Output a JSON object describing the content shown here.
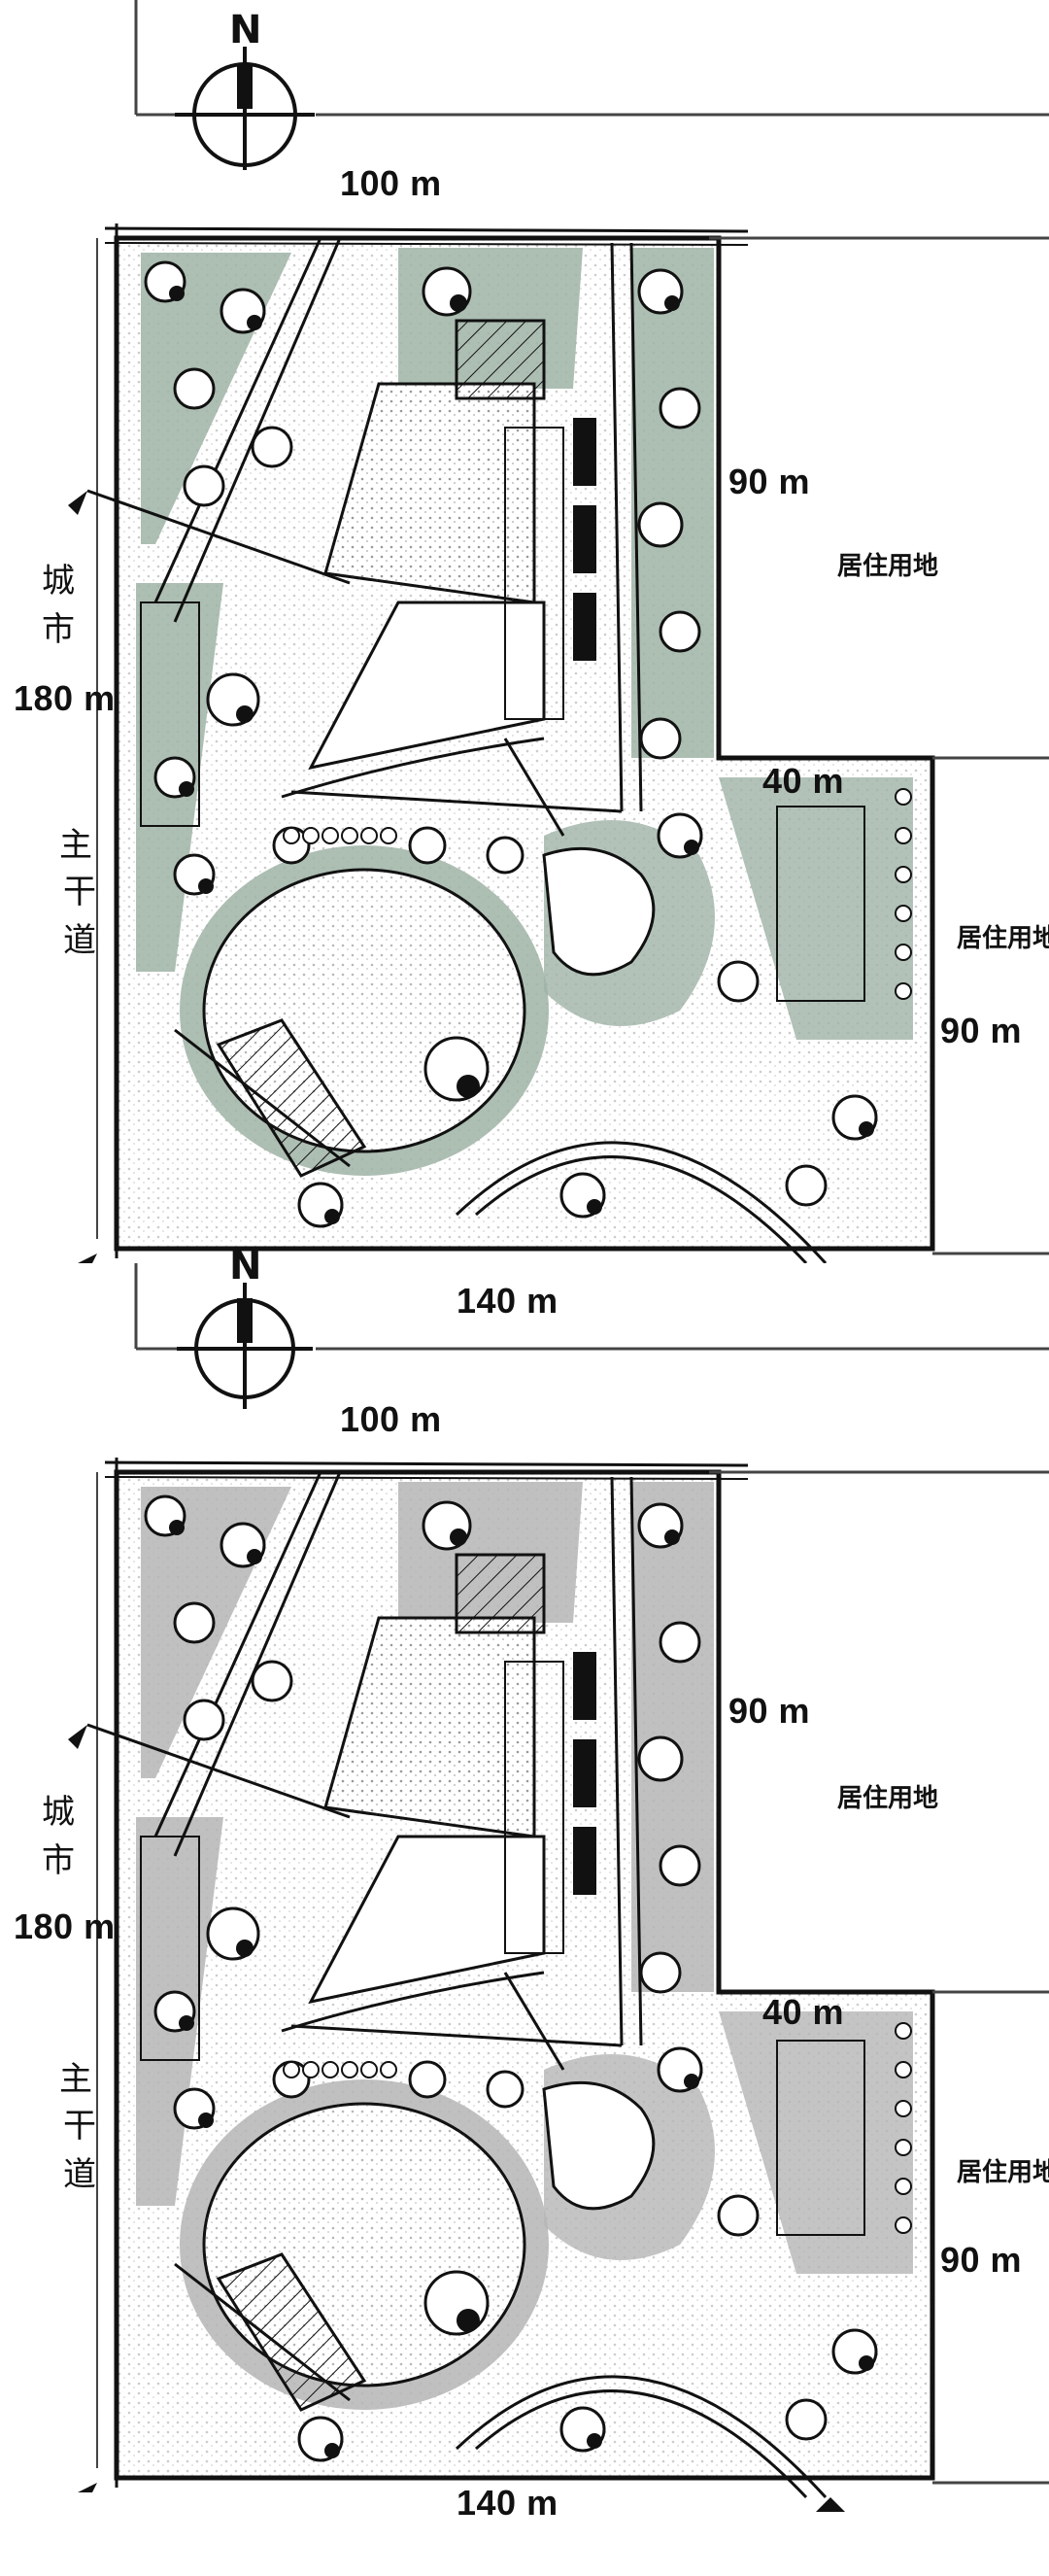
{
  "panels": [
    {
      "id": "plan-colored",
      "fill_color": "#9fb3a6",
      "north_label": "N",
      "dims": {
        "top": "100 m",
        "right_upper": "90 m",
        "lower_right": "40 m",
        "right_lower": "90 m",
        "left": "180 m",
        "bottom": "140 m"
      },
      "land_use": {
        "upper": "居住用地",
        "lower": "居住用地"
      },
      "road": [
        "城",
        "市",
        "主",
        "干",
        "道"
      ]
    },
    {
      "id": "plan-gray",
      "fill_color": "#b5b5b5",
      "north_label": "N",
      "dims": {
        "top": "100 m",
        "right_upper": "90 m",
        "lower_right": "40 m",
        "right_lower": "90 m",
        "left": "180 m",
        "bottom": "140 m"
      },
      "land_use": {
        "upper": "居住用地",
        "lower": "居住用地"
      },
      "road": [
        "城",
        "市",
        "主",
        "干",
        "道"
      ]
    }
  ]
}
